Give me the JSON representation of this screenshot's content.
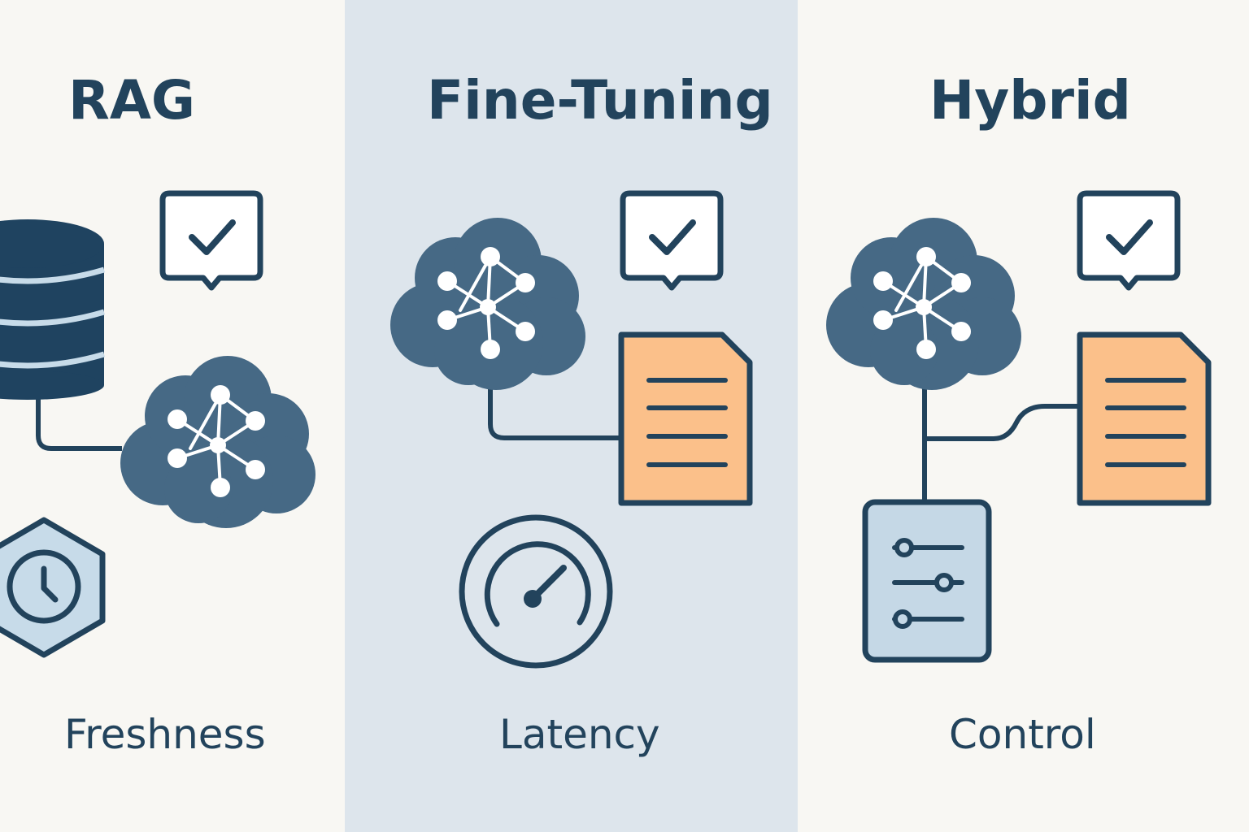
{
  "colors": {
    "ink": "#22435c",
    "dark_navy": "#1f4360",
    "cloud_blue": "#466985",
    "light_panel": "#dde5ec",
    "cream": "#f8f7f3",
    "document_orange": "#fbc08a",
    "settings_blue": "#c5d8e6",
    "clock_blue": "#c7dbe9"
  },
  "columns": [
    {
      "title": "RAG",
      "caption": "Freshness",
      "icons": [
        "database-icon",
        "approval-check-icon",
        "knowledge-cloud-icon",
        "clock-hexagon-icon"
      ]
    },
    {
      "title": "Fine-Tuning",
      "caption": "Latency",
      "icons": [
        "knowledge-cloud-icon",
        "approval-check-icon",
        "document-icon",
        "speed-gauge-icon"
      ]
    },
    {
      "title": "Hybrid",
      "caption": "Control",
      "icons": [
        "knowledge-cloud-icon",
        "approval-check-icon",
        "document-icon",
        "settings-sliders-icon"
      ]
    }
  ]
}
